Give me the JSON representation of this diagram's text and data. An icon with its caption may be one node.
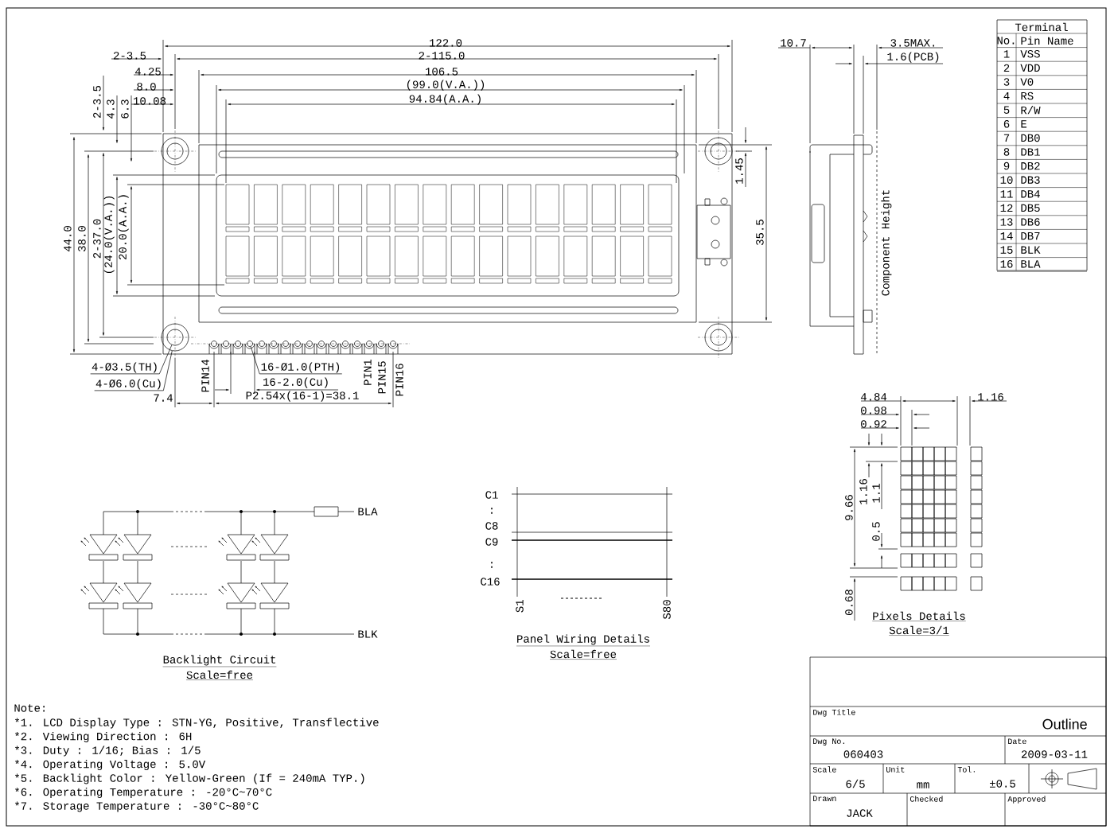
{
  "diagram": {
    "nodes": [
      {
        "text": [
          "4-Ø3.5(TH)"
        ]
      },
      {
        "text": [
          "4-Ø6.0(Cu)"
        ]
      },
      {
        "text": [
          "16-Ø1.0(PTH)"
        ]
      },
      {
        "text": [],
        "shape": "circle"
      },
      {
        "text": [],
        "shape": "circle",
        "in": 3
      },
      {
        "text": [],
        "shape": "circle"
      }
    ],
    "edges": [
      {
        "from": 0,
        "to": 4,
        "arrow": "none"
      },
      {
        "from": 1,
        "to": 3,
        "arrow": "none"
      },
      {
        "from": 2,
        "to": 5,
        "arrow": "none"
      }
    ],
    "labels": [
      "122.0",
      "2-3.5",
      "2-115.0",
      "4.25",
      "106.5",
      "8.0",
      "(99.0(V.A.))",
      "10.08",
      "94.84(A.A.)",
      "10.7",
      "3.5MAX.",
      "1.6(PCB)",
      "2-3.5",
      "4.3",
      "6.3",
      "44.0",
      "38.0",
      "2-37.0",
      "(24.0(V.A.))",
      "20.0(A.A.)",
      "1.45",
      "35.5",
      "Component Height",
      "PIN14",
      "16-2.0(Cu)",
      "7.4",
      "P2.54x(16-1)=38.1",
      "PIN1",
      "PIN15",
      "PIN16",
      "Terminal",
      "No.",
      "Pin Name",
      "1",
      "VSS",
      "2",
      "VDD",
      "3",
      "V0",
      "4",
      "RS",
      "5",
      "R/W",
      "6",
      "E",
      "7",
      "DB0",
      "8",
      "DB1",
      "9",
      "DB2",
      "10",
      "DB3",
      "11",
      "DB4",
      "12",
      "DB5",
      "13",
      "DB6",
      "14",
      "DB7",
      "15",
      "BLK",
      "16",
      "BLA",
      "4.84",
      "0.98",
      "0.92",
      "1.16",
      "1.16",
      "1.1",
      "9.66",
      "0.5",
      "0.68",
      "Pixels Details",
      "Scale=3/1",
      "BLA",
      "BLK",
      "Backlight Circuit",
      "Scale=free",
      "C1",
      ":",
      "C8",
      "C9",
      ":",
      "C16",
      "S1",
      "S80",
      "Panel Wiring Details",
      "Scale=free",
      "Note:",
      "*1. LCD Display Type : STN-YG, Positive, Transflective",
      "*2. Viewing Direction : 6H",
      "*3. Duty : 1/16; Bias : 1/5",
      "*4. Operating Voltage : 5.0V",
      "*5. Backlight Color : Yellow-Green (If = 240mA TYP.)",
      "*6. Operating Temperature : -20°C~70°C",
      "*7. Storage Temperature : -30°C~80°C",
      "Dwg Title",
      "Outline",
      "Dwg No.",
      "060403",
      "Date",
      "2009-03-11",
      "Scale",
      "6/5",
      "Unit",
      "mm",
      "Tol.",
      "±0.5",
      "Drawn",
      "JACK",
      "Checked",
      "Approved"
    ]
  }
}
